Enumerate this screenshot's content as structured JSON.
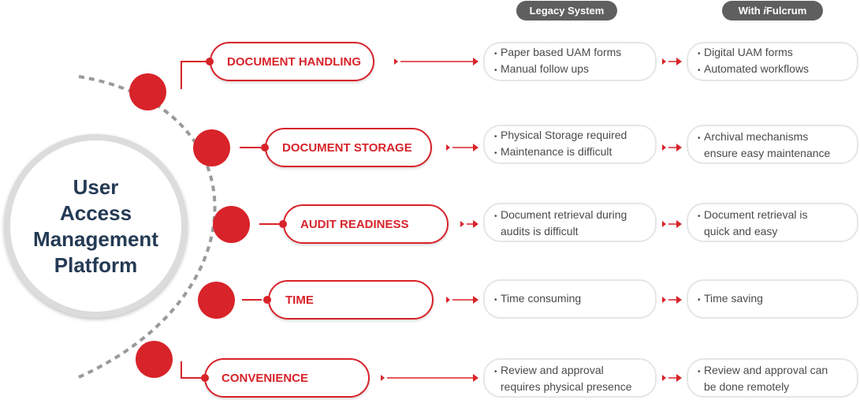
{
  "headers": {
    "legacy": "Legacy System",
    "ifulcrum_prefix": "With ",
    "ifulcrum_italic": "i",
    "ifulcrum_suffix": "Fulcrum"
  },
  "hub": {
    "lines": [
      "User",
      "Access",
      "Management",
      "Platform"
    ]
  },
  "rows": [
    {
      "label": "DOCUMENT HANDLING",
      "legacy": [
        "Paper based UAM forms",
        "Manual follow ups"
      ],
      "ifulcrum": [
        "Digital UAM forms",
        "Automated workflows"
      ]
    },
    {
      "label": "DOCUMENT STORAGE",
      "legacy": [
        "Physical Storage required",
        "Maintenance is difficult"
      ],
      "ifulcrum": [
        "Archival mechanisms",
        "ensure easy maintenance"
      ]
    },
    {
      "label": "AUDIT READINESS",
      "legacy": [
        "Document retrieval during",
        "audits is difficult"
      ],
      "ifulcrum": [
        "Document retrieval is",
        "quick and easy"
      ]
    },
    {
      "label": "TIME",
      "legacy": [
        "Time consuming"
      ],
      "ifulcrum": [
        "Time saving"
      ]
    },
    {
      "label": "CONVENIENCE",
      "legacy": [
        "Review and approval",
        "requires physical presence"
      ],
      "ifulcrum": [
        "Review and approval can",
        "be done remotely"
      ]
    }
  ],
  "colors": {
    "accent": "#d8232a",
    "hub_text": "#243a54",
    "header_bg": "#5f5f5f",
    "body_text": "#4a4a4a"
  }
}
